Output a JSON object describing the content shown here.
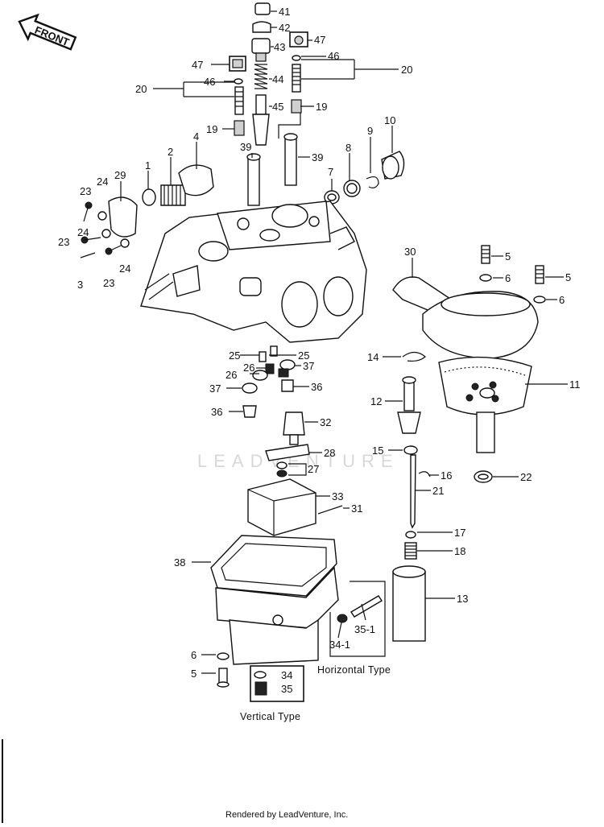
{
  "front_arrow": "FRONT",
  "watermark": "LEADVENTURE",
  "captions": {
    "horizontal": "Horizontal Type",
    "vertical": "Vertical Type"
  },
  "footer": "Rendered by LeadVenture, Inc.",
  "labels": {
    "n41": "41",
    "n42": "42",
    "n43": "43",
    "n44": "44",
    "n45": "45",
    "n47a": "47",
    "n46a": "46",
    "n20a": "20",
    "n47b": "47",
    "n46b": "46",
    "n20b": "20",
    "n19a": "19",
    "n19b": "19",
    "n39a": "39",
    "n39b": "39",
    "n1": "1",
    "n2": "2",
    "n4": "4",
    "n29": "29",
    "n7": "7",
    "n8": "8",
    "n9": "9",
    "n10": "10",
    "n23a": "23",
    "n24a": "24",
    "n24b": "24",
    "n23b": "23",
    "n24c": "24",
    "n23c": "23",
    "n3": "3",
    "n30": "30",
    "n5a": "5",
    "n6a": "6",
    "n5b": "5",
    "n6b": "6",
    "n14": "14",
    "n11": "11",
    "n12": "12",
    "n25a": "25",
    "n25b": "25",
    "n37a": "37",
    "n26a": "26",
    "n26b": "26",
    "n36a": "36",
    "n37b": "37",
    "n36b": "36",
    "n32": "32",
    "n28": "28",
    "n27": "27",
    "n15": "15",
    "n16": "16",
    "n22": "22",
    "n21": "21",
    "n33": "33",
    "n31": "31",
    "n17": "17",
    "n18": "18",
    "n38": "38",
    "n13": "13",
    "n351": "35-1",
    "n341": "34-1",
    "n6c": "6",
    "n5c": "5",
    "n34": "34",
    "n35": "35"
  }
}
